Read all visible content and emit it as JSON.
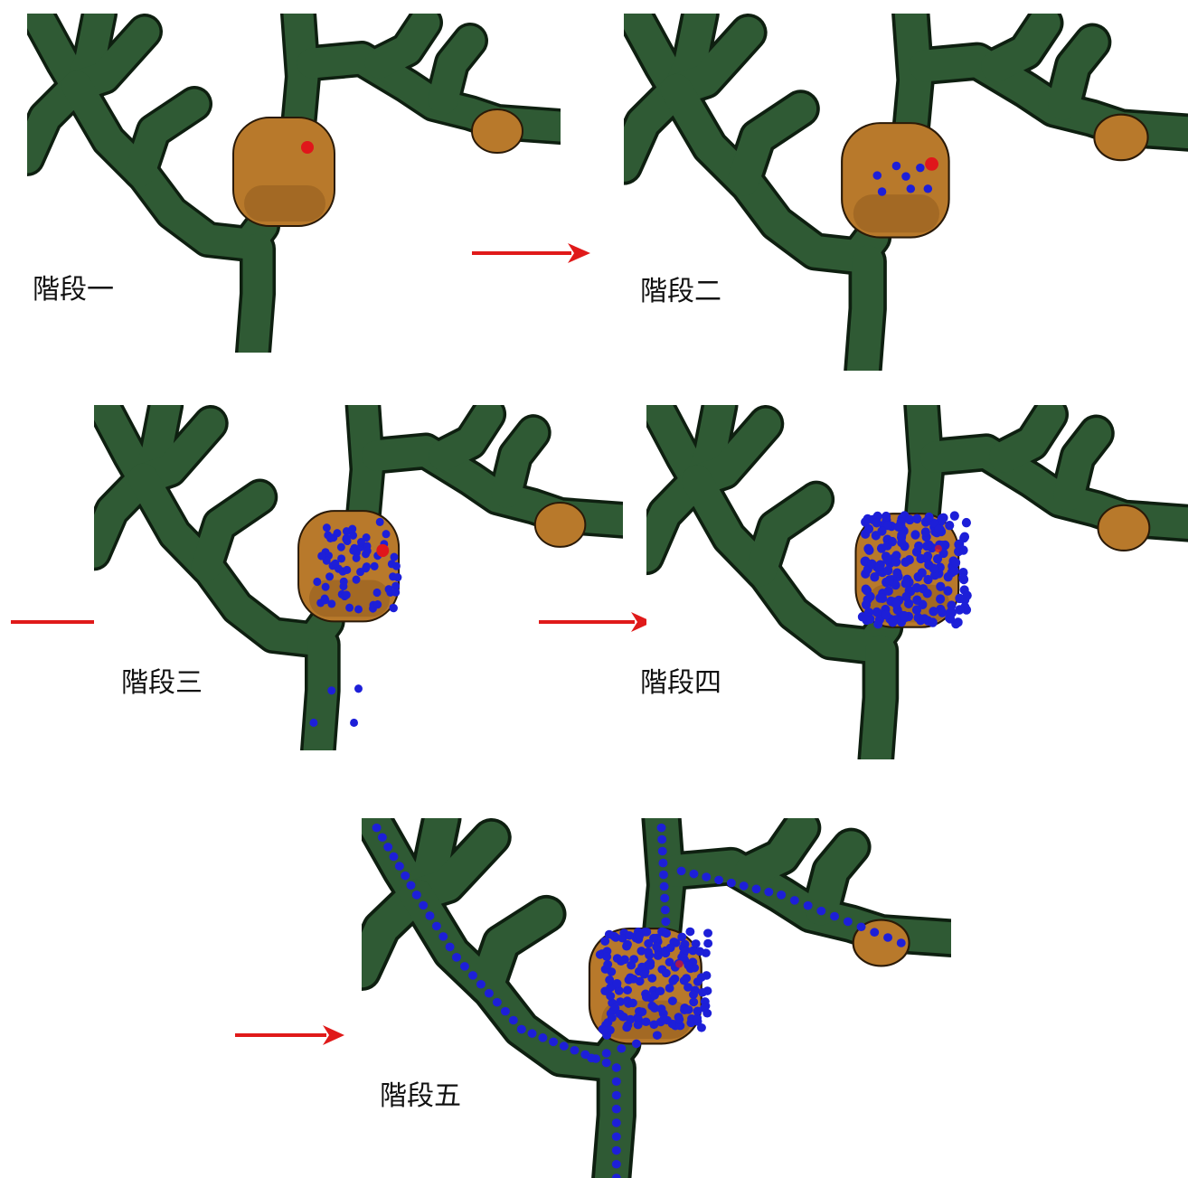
{
  "stages": [
    {
      "label": "階段一"
    },
    {
      "label": "階段二"
    },
    {
      "label": "階段三"
    },
    {
      "label": "階段四"
    },
    {
      "label": "階段五"
    }
  ],
  "colors": {
    "branch": "#2f5a34",
    "branch_edge": "#0e1f10",
    "tumor": "#b8792b",
    "tumor_dark": "#7a4d18",
    "particle": "#1d1fd8",
    "origin": "#e0161b",
    "arrow": "#e01a1a"
  },
  "icons": [
    "red-arrow-icon",
    "red-arrow-icon",
    "red-arrow-icon",
    "red-arrow-icon"
  ]
}
